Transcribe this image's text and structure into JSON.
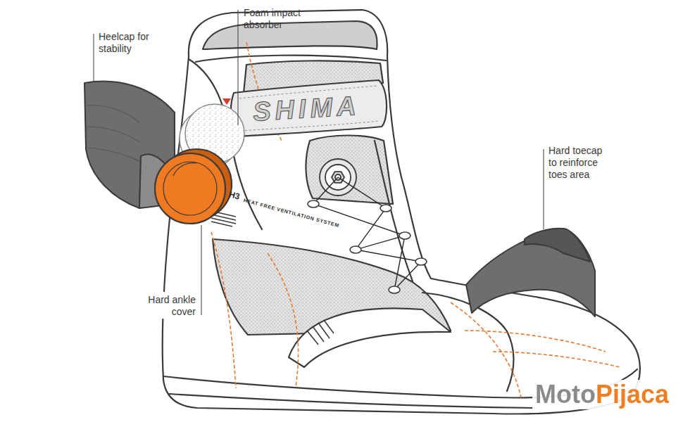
{
  "diagram": {
    "labels": [
      "Foam impact absorber",
      "Heelcap for stability",
      "Hard toecap to reinforce toes area",
      "Hard ankle cover",
      "SHIMA",
      "H3",
      "HEAT FREE VENTILATION SYSTEM",
      "MotoPijaca"
    ]
  }
}
